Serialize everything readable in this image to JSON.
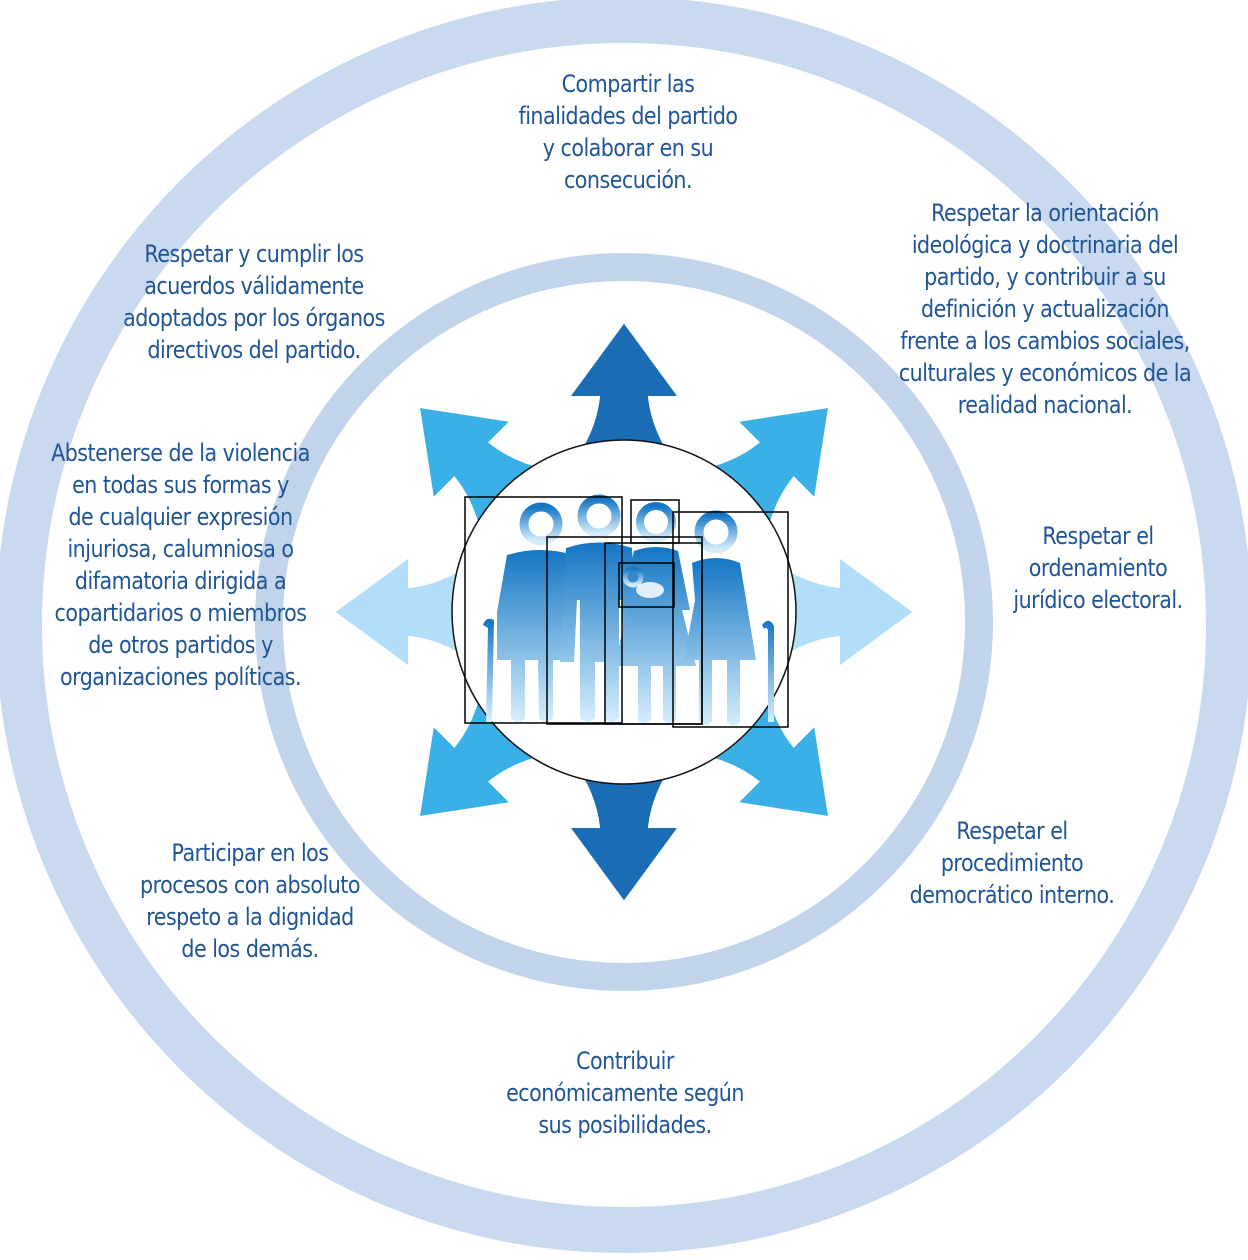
{
  "diagram": {
    "colors": {
      "outer_ring": "#c9d9ef",
      "inner_ring": "#c2d4ec",
      "arrow_dark": "#1a6db5",
      "arrow_mid": "#3ab0e6",
      "arrow_light": "#b3defa",
      "text": "#1f5596",
      "figures_top": "#1476c4",
      "figures_bottom": "#d6eefc",
      "frame": "#000000"
    },
    "center_icon": "family-group-icon",
    "duties": {
      "top": "Compartir las\nfinalidades del partido\ny colaborar en su\nconsecución.",
      "top_right": "Respetar la orientación\nideológica y doctrinaria del\npartido, y contribuir a su\ndefinición y actualización\nfrente a los cambios sociales,\nculturales y económicos de la\nrealidad nacional.",
      "right": "Respetar el\nordenamiento\njurídico electoral.",
      "bottom_right": "Respetar el\nprocedimiento\ndemocrático interno.",
      "bottom": "Contribuir\neconómicamente según\nsus posibilidades.",
      "bottom_left": "Participar en los\nprocesos con absoluto\nrespeto a la dignidad\nde los demás.",
      "left": "Abstenerse de la violencia\nen todas sus formas y\nde cualquier expresión\ninjuriosa, calumniosa o\ndifamatoria dirigida a\ncopartidarios o miembros\nde otros partidos y\norganizaciones políticas.",
      "top_left": "Respetar y cumplir los\nacuerdos válidamente\nadoptados por los órganos\ndirectivos del partido."
    }
  }
}
